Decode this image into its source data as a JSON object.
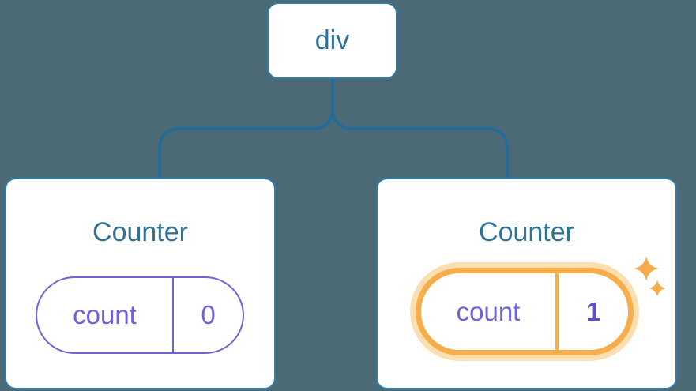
{
  "tree": {
    "root": {
      "label": "div"
    },
    "children": [
      {
        "title": "Counter",
        "state": {
          "label": "count",
          "value": "0"
        },
        "highlighted": false
      },
      {
        "title": "Counter",
        "state": {
          "label": "count",
          "value": "1"
        },
        "highlighted": true,
        "badge_icon": "sparkles-icon"
      }
    ]
  },
  "colors": {
    "background": "#4C6A76",
    "card_background": "#FFFFFF",
    "card_border_blue": "#2E7DAB",
    "connector_blue": "#1E6D9D",
    "node_text_blue": "#2F7194",
    "state_purple": "#6D64DA",
    "state_value_purple": "#5B50CF",
    "highlight_orange": "#F6AD4A",
    "highlight_glow": "#FBDFB0",
    "sparkle_orange": "#F4AC4D"
  }
}
